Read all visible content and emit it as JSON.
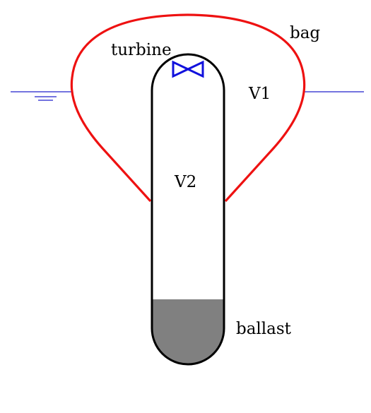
{
  "labels": {
    "bag": "bag",
    "turbine": "turbine",
    "v1": "V1",
    "v2": "V2",
    "ballast": "ballast"
  },
  "colors": {
    "bag": "#ee1111",
    "turbine": "#1111dd",
    "waterline": "#2222cc",
    "tube": "#000000",
    "ballast": "#808080"
  },
  "icons": {
    "turbine": "bowtie-valve-icon",
    "water_surface": "water-level-ground-icon"
  }
}
